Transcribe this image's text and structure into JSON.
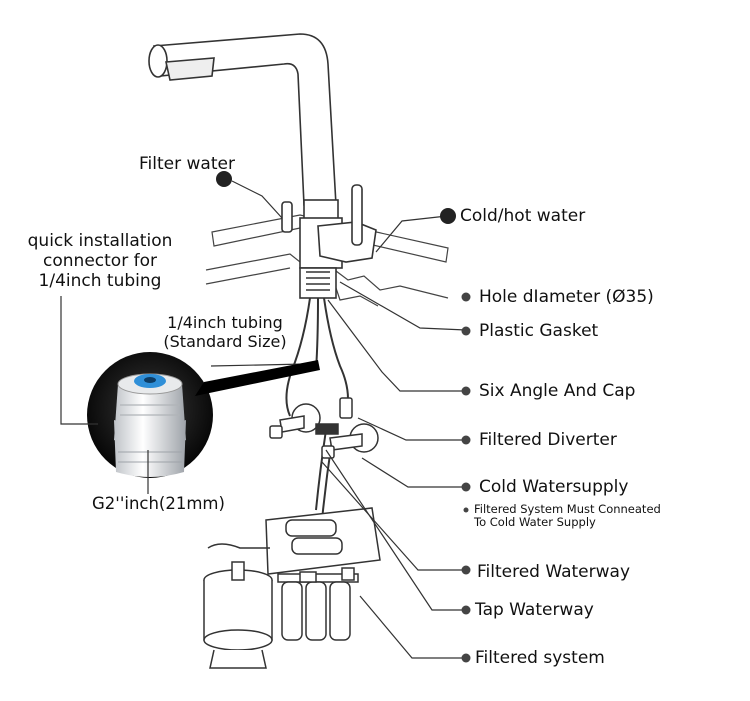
{
  "labels": {
    "filter_water": "Filter water",
    "cold_hot_water": "Cold/hot water",
    "quick_connector": [
      "quick installation",
      "connector for",
      "1/4inch tubing"
    ],
    "tubing": [
      "1/4inch tubing",
      "(Standard Size)"
    ],
    "g2_inch": "G2''inch(21mm)",
    "hole_diameter": "Hole dIameter (Ø35)",
    "plastic_gasket": "Plastic Gasket",
    "six_angle_cap": "Six Angle And Cap",
    "filtered_diverter": "Filtered Diverter",
    "cold_watersupply": "Cold Watersupply",
    "cold_watersupply_note": [
      "Filtered System Must Conneated",
      "To Cold Water Supply"
    ],
    "filtered_waterway": "Filtered Waterway",
    "tap_waterway": "Tap Waterway",
    "filtered_system": "Filtered system"
  },
  "colors": {
    "line": "#333333",
    "dot": "#222222",
    "dot_small": "#555555",
    "connector_blue": "#2f8fd8"
  }
}
